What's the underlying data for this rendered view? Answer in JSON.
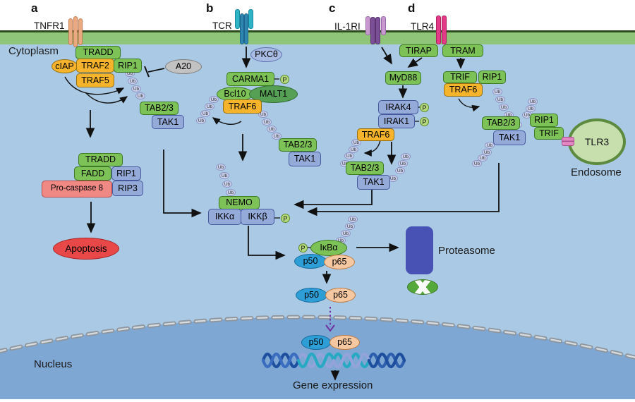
{
  "panels": {
    "a": "a",
    "b": "b",
    "c": "c",
    "d": "d"
  },
  "labels": {
    "cytoplasm": "Cytoplasm",
    "nucleus": "Nucleus",
    "proteasome": "Proteasome",
    "endosome": "Endosome",
    "gene_expression": "Gene expression",
    "apoptosis": "Apoptosis",
    "ub": "Ub",
    "p": "P"
  },
  "receptors": {
    "tnfr1": "TNFR1",
    "tcr": "TCR",
    "il1ri": "IL-1RI",
    "tlr4": "TLR4",
    "tlr3": "TLR3"
  },
  "molecules": {
    "tradd": "TRADD",
    "ciap": "cIAP",
    "traf2": "TRAF2",
    "rip1": "RIP1",
    "traf5": "TRAF5",
    "a20": "A20",
    "tab23": "TAB2/3",
    "tak1": "TAK1",
    "fadd": "FADD",
    "procasp8": "Pro-caspase 8",
    "rip3": "RIP3",
    "pkctheta": "PKCθ",
    "carma1": "CARMA1",
    "bcl10": "Bcl10",
    "malt1": "MALT1",
    "traf6": "TRAF6",
    "nemo": "NEMO",
    "ikka": "IKKα",
    "ikkb": "IKKβ",
    "tirap": "TIRAP",
    "myd88": "MyD88",
    "irak4": "IRAK4",
    "irak1": "IRAK1",
    "tram": "TRAM",
    "trif": "TRIF",
    "ikba": "IκBα",
    "p50": "p50",
    "p65": "p65"
  },
  "colors": {
    "cytoplasm_bg": "#aac9e4",
    "nucleus_bg": "#7ea7d3",
    "membrane_green": "#8fc578",
    "green_box": "#7cc257",
    "yellow_box": "#f5b42c",
    "blue_box": "#94aad9",
    "pink_box": "#f08884",
    "red_ellipse": "#e84848",
    "gray_ellipse": "#c2c2c2",
    "ub_tag": "#cad1ed",
    "p_circle": "#b5da7d",
    "proteasome": "#4a55b8",
    "tnfr1_receptor": "#eba981",
    "tcr_receptor": "#2eb4c6",
    "il1ri_receptor": "#7b4f95",
    "tlr4_receptor": "#e23a87"
  }
}
